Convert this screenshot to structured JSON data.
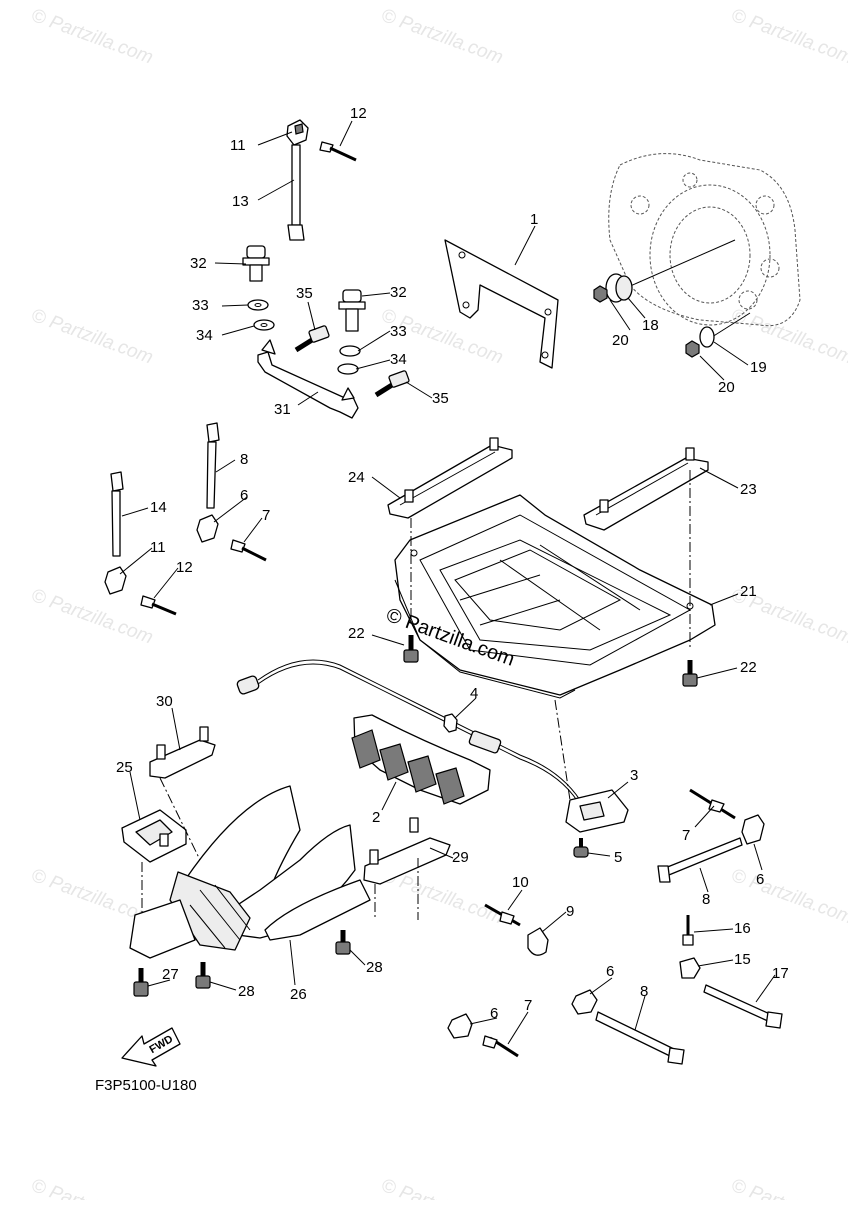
{
  "diagram": {
    "code": "F3P5100-U180",
    "fwd_label": "FWD",
    "watermark": "© Partzilla.com",
    "center_watermark": "© Partzilla.com",
    "callouts": [
      "1",
      "2",
      "3",
      "4",
      "5",
      "6",
      "7",
      "8",
      "9",
      "10",
      "11",
      "12",
      "13",
      "14",
      "15",
      "16",
      "17",
      "18",
      "19",
      "20",
      "21",
      "22",
      "23",
      "24",
      "25",
      "26",
      "27",
      "28",
      "29",
      "30",
      "31",
      "32",
      "33",
      "34",
      "35"
    ]
  }
}
